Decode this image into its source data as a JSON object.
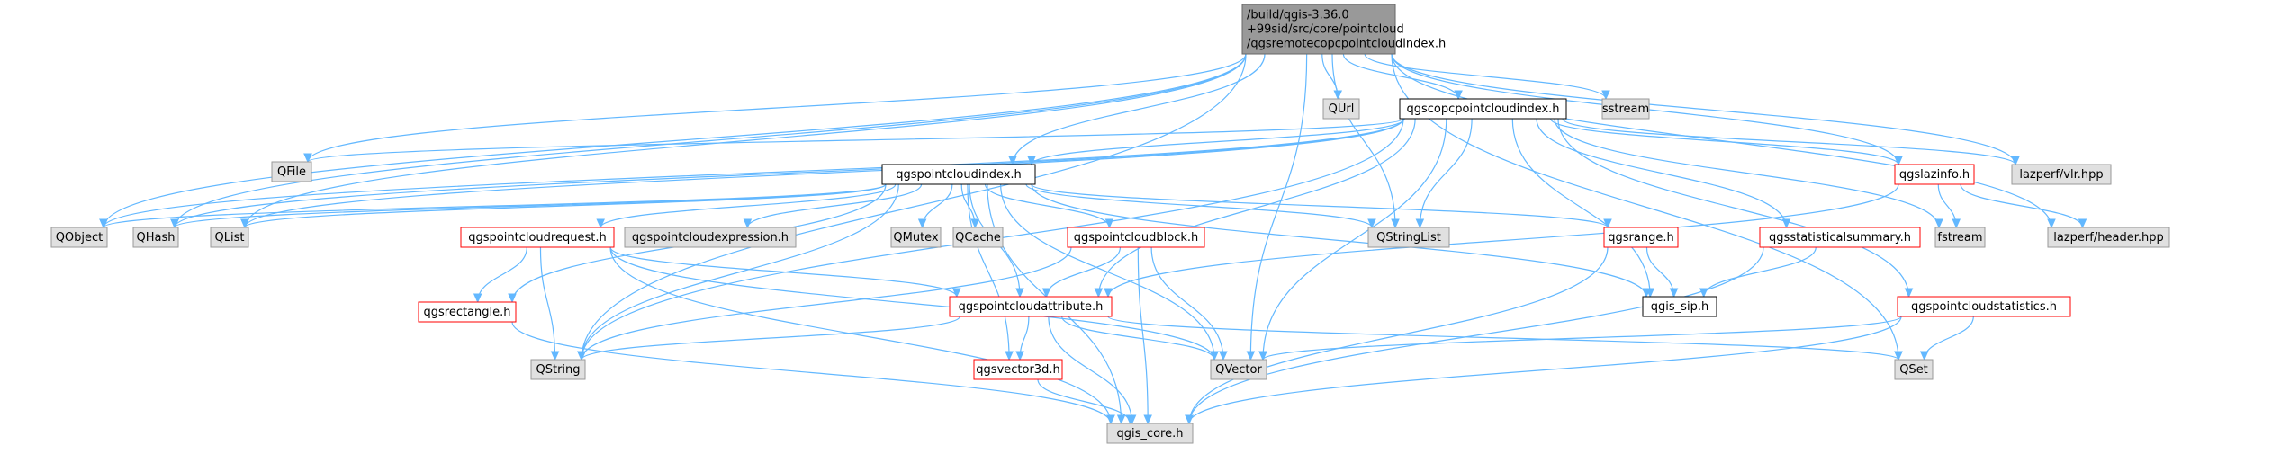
{
  "colors": {
    "root_fill": "#999999",
    "root_stroke": "#666666",
    "node_fill": "#ffffff",
    "red_stroke": "#ff0000",
    "gray_fill": "#e0e0e0",
    "gray_stroke": "#999999",
    "edge": "#63b8ff"
  },
  "nodes": [
    {
      "id": "root",
      "kind": "root",
      "lines": [
        "/build/qgis-3.36.0",
        "+99sid/src/core/pointcloud",
        "/qgsremotecopcpointcloudindex.h"
      ]
    },
    {
      "id": "qurl",
      "kind": "gray",
      "lines": [
        "QUrl"
      ]
    },
    {
      "id": "copcindex",
      "kind": "black",
      "lines": [
        "qgscopcpointcloudindex.h"
      ]
    },
    {
      "id": "sstream",
      "kind": "gray",
      "lines": [
        "sstream"
      ]
    },
    {
      "id": "qfile",
      "kind": "gray",
      "lines": [
        "QFile"
      ]
    },
    {
      "id": "pcindex",
      "kind": "black",
      "lines": [
        "qgspointcloudindex.h"
      ]
    },
    {
      "id": "lazinfo",
      "kind": "red",
      "lines": [
        "qgslazinfo.h"
      ]
    },
    {
      "id": "vlr",
      "kind": "gray",
      "lines": [
        "lazperf/vlr.hpp"
      ]
    },
    {
      "id": "qobject",
      "kind": "gray",
      "lines": [
        "QObject"
      ]
    },
    {
      "id": "qhash",
      "kind": "gray",
      "lines": [
        "QHash"
      ]
    },
    {
      "id": "qlist",
      "kind": "gray",
      "lines": [
        "QList"
      ]
    },
    {
      "id": "pcrequest",
      "kind": "red",
      "lines": [
        "qgspointcloudrequest.h"
      ]
    },
    {
      "id": "pcexpr",
      "kind": "gray",
      "lines": [
        "qgspointcloudexpression.h"
      ]
    },
    {
      "id": "qmutex",
      "kind": "gray",
      "lines": [
        "QMutex"
      ]
    },
    {
      "id": "qcache",
      "kind": "gray",
      "lines": [
        "QCache"
      ]
    },
    {
      "id": "pcblock",
      "kind": "red",
      "lines": [
        "qgspointcloudblock.h"
      ]
    },
    {
      "id": "qstringlist",
      "kind": "gray",
      "lines": [
        "QStringList"
      ]
    },
    {
      "id": "range",
      "kind": "red",
      "lines": [
        "qgsrange.h"
      ]
    },
    {
      "id": "statsummary",
      "kind": "red",
      "lines": [
        "qgsstatisticalsummary.h"
      ]
    },
    {
      "id": "fstream",
      "kind": "gray",
      "lines": [
        "fstream"
      ]
    },
    {
      "id": "header",
      "kind": "gray",
      "lines": [
        "lazperf/header.hpp"
      ]
    },
    {
      "id": "rectangle",
      "kind": "red",
      "lines": [
        "qgsrectangle.h"
      ]
    },
    {
      "id": "pcattr",
      "kind": "red",
      "lines": [
        "qgspointcloudattribute.h"
      ]
    },
    {
      "id": "sip",
      "kind": "black",
      "lines": [
        "qgis_sip.h"
      ]
    },
    {
      "id": "pcstats",
      "kind": "red",
      "lines": [
        "qgspointcloudstatistics.h"
      ]
    },
    {
      "id": "qstring",
      "kind": "gray",
      "lines": [
        "QString"
      ]
    },
    {
      "id": "vector3d",
      "kind": "red",
      "lines": [
        "qgsvector3d.h"
      ]
    },
    {
      "id": "qvector",
      "kind": "gray",
      "lines": [
        "QVector"
      ]
    },
    {
      "id": "qset",
      "kind": "gray",
      "lines": [
        "QSet"
      ]
    },
    {
      "id": "core",
      "kind": "gray",
      "lines": [
        "qgis_core.h"
      ]
    }
  ],
  "edges": [
    [
      "root",
      "qurl"
    ],
    [
      "root",
      "copcindex"
    ],
    [
      "root",
      "sstream"
    ],
    [
      "root",
      "qfile"
    ],
    [
      "root",
      "pcindex"
    ],
    [
      "root",
      "lazinfo"
    ],
    [
      "root",
      "vlr"
    ],
    [
      "root",
      "header"
    ],
    [
      "root",
      "qobject"
    ],
    [
      "root",
      "qhash"
    ],
    [
      "root",
      "qlist"
    ],
    [
      "root",
      "qstringlist"
    ],
    [
      "root",
      "qstring"
    ],
    [
      "root",
      "qvector"
    ],
    [
      "root",
      "qset"
    ],
    [
      "copcindex",
      "pcindex"
    ],
    [
      "copcindex",
      "qfile"
    ],
    [
      "copcindex",
      "lazinfo"
    ],
    [
      "copcindex",
      "vlr"
    ],
    [
      "copcindex",
      "qobject"
    ],
    [
      "copcindex",
      "qhash"
    ],
    [
      "copcindex",
      "qlist"
    ],
    [
      "copcindex",
      "qstringlist"
    ],
    [
      "copcindex",
      "statsummary"
    ],
    [
      "copcindex",
      "pcstats"
    ],
    [
      "copcindex",
      "fstream"
    ],
    [
      "copcindex",
      "sip"
    ],
    [
      "copcindex",
      "pcattr"
    ],
    [
      "copcindex",
      "qvector"
    ],
    [
      "copcindex",
      "qstring"
    ],
    [
      "pcindex",
      "qobject"
    ],
    [
      "pcindex",
      "qhash"
    ],
    [
      "pcindex",
      "qlist"
    ],
    [
      "pcindex",
      "pcrequest"
    ],
    [
      "pcindex",
      "pcexpr"
    ],
    [
      "pcindex",
      "qmutex"
    ],
    [
      "pcindex",
      "qcache"
    ],
    [
      "pcindex",
      "pcblock"
    ],
    [
      "pcindex",
      "qstringlist"
    ],
    [
      "pcindex",
      "range"
    ],
    [
      "pcindex",
      "sip"
    ],
    [
      "pcindex",
      "pcattr"
    ],
    [
      "pcindex",
      "rectangle"
    ],
    [
      "pcindex",
      "qstring"
    ],
    [
      "pcindex",
      "vector3d"
    ],
    [
      "pcindex",
      "qvector"
    ],
    [
      "pcindex",
      "core"
    ],
    [
      "lazinfo",
      "fstream"
    ],
    [
      "lazinfo",
      "header"
    ],
    [
      "lazinfo",
      "pcattr"
    ],
    [
      "pcrequest",
      "rectangle"
    ],
    [
      "pcrequest",
      "qstring"
    ],
    [
      "pcrequest",
      "pcattr"
    ],
    [
      "pcrequest",
      "core"
    ],
    [
      "pcrequest",
      "qvector"
    ],
    [
      "pcblock",
      "pcattr"
    ],
    [
      "pcblock",
      "qstring"
    ],
    [
      "pcblock",
      "qvector"
    ],
    [
      "pcblock",
      "core"
    ],
    [
      "range",
      "sip"
    ],
    [
      "range",
      "core"
    ],
    [
      "statsummary",
      "sip"
    ],
    [
      "statsummary",
      "core"
    ],
    [
      "rectangle",
      "core"
    ],
    [
      "pcattr",
      "qstring"
    ],
    [
      "pcattr",
      "vector3d"
    ],
    [
      "pcattr",
      "qvector"
    ],
    [
      "pcattr",
      "core"
    ],
    [
      "pcattr",
      "qset"
    ],
    [
      "pcstats",
      "qset"
    ],
    [
      "pcstats",
      "qvector"
    ],
    [
      "pcstats",
      "core"
    ],
    [
      "vector3d",
      "core"
    ]
  ]
}
